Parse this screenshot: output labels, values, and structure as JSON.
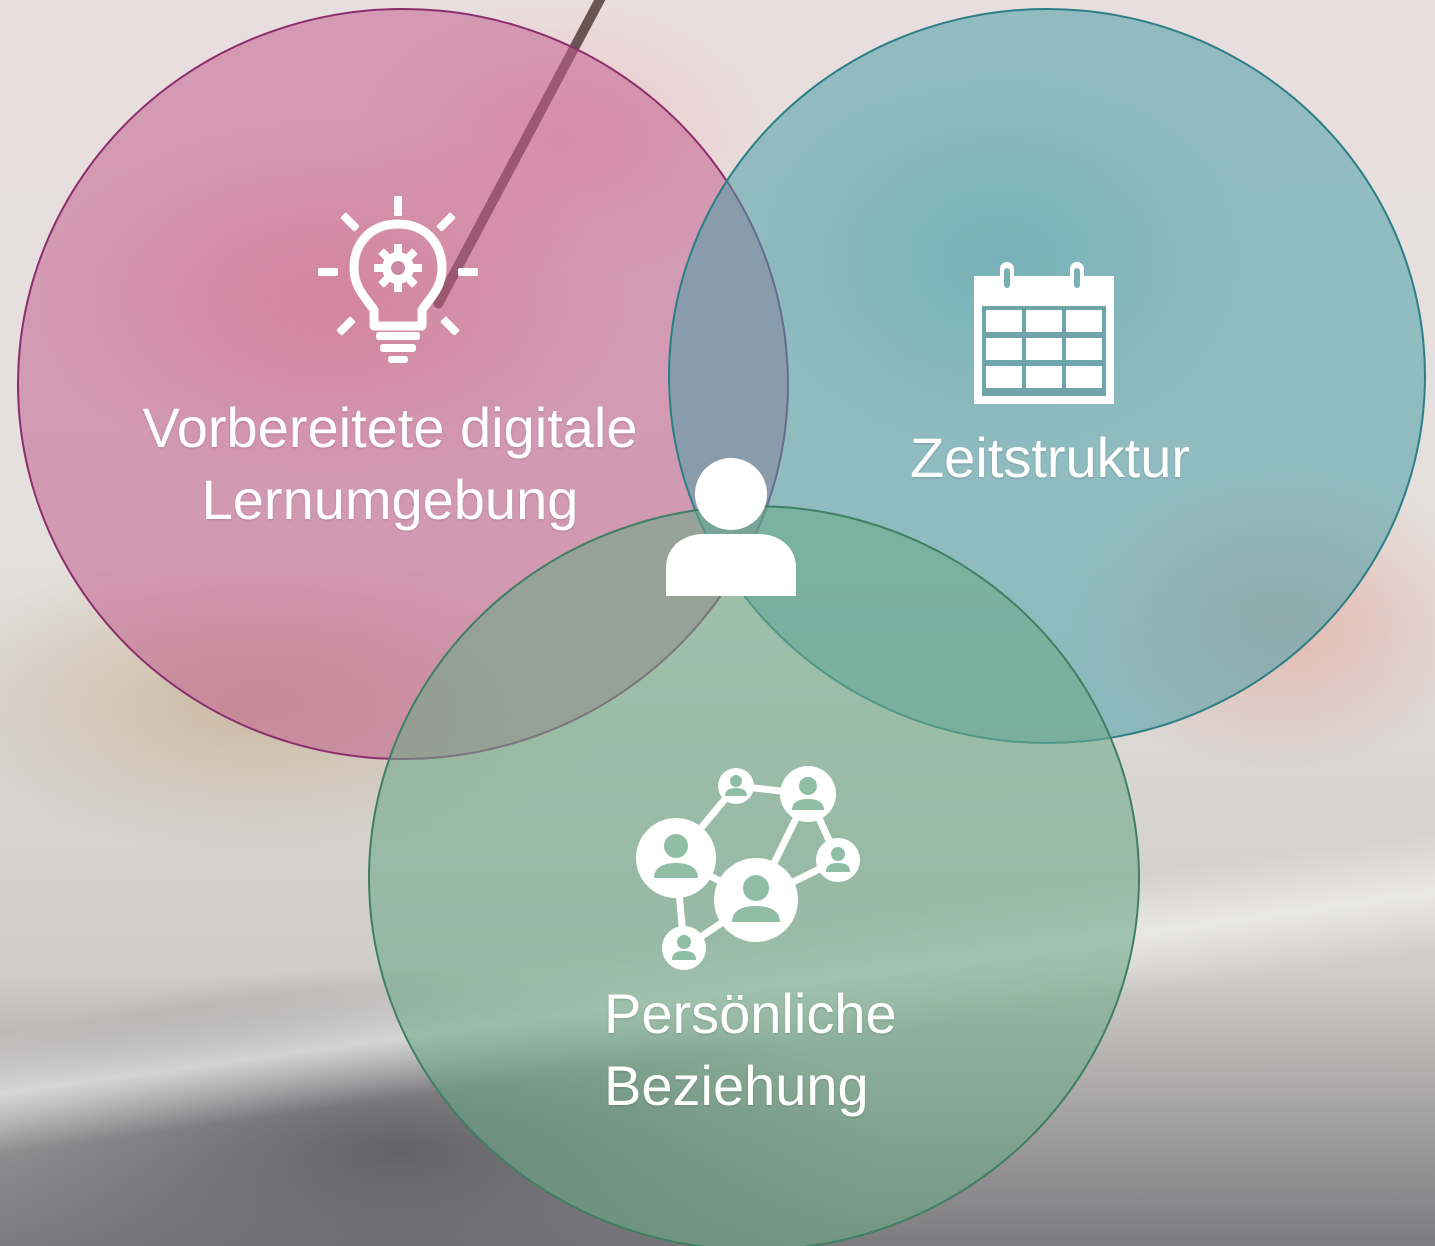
{
  "diagram": {
    "circles": [
      {
        "id": "lernumgebung",
        "label_line1": "Vorbereitete digitale",
        "label_line2": "Lernumgebung",
        "icon": "lightbulb-gear-icon",
        "fill_color": "#c26090",
        "border_color": "#8c2d6e"
      },
      {
        "id": "zeitstruktur",
        "label_line1": "Zeitstruktur",
        "icon": "calendar-icon",
        "fill_color": "#4a9ea8",
        "border_color": "#2b7f86"
      },
      {
        "id": "beziehung",
        "label_line1": "Persönliche",
        "label_line2": "Beziehung",
        "icon": "network-people-icon",
        "fill_color": "#6ca888",
        "border_color": "#3f7f63"
      }
    ],
    "center_icon": "person-icon"
  }
}
